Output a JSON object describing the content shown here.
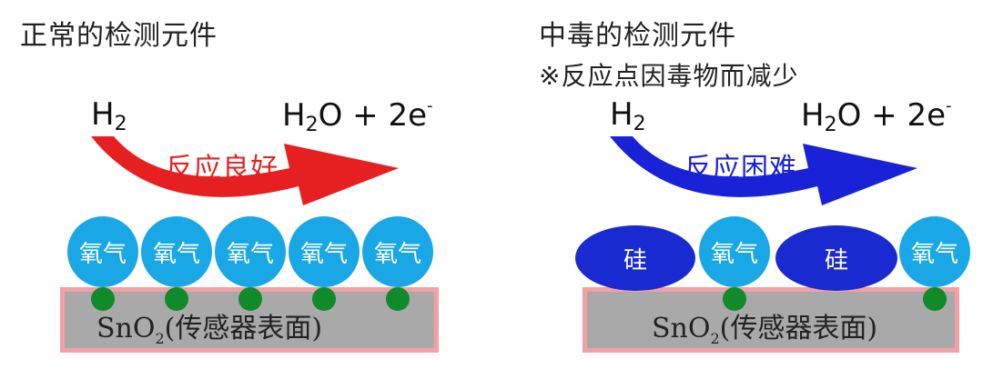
{
  "left_panel": {
    "title": "正常的检测元件",
    "reactant": "H",
    "reactant_sub": "2",
    "product_a": "H",
    "product_a_sub": "2",
    "product_b": "O + 2e",
    "product_sup": "-",
    "reaction_label": "反应良好",
    "arrow_color": "#e62020",
    "oxygen_label": "氧气",
    "oxygen_labels": [
      "氧气",
      "氧气",
      "氧气",
      "氧气",
      "氧气"
    ],
    "substrate_label_main": "SnO",
    "substrate_label_sub": "2",
    "substrate_label_rest": "(传感器表面)"
  },
  "right_panel": {
    "title": "中毒的检测元件",
    "note": "※反应点因毒物而减少",
    "reactant": "H",
    "reactant_sub": "2",
    "product_a": "H",
    "product_a_sub": "2",
    "product_b": "O + 2e",
    "product_sup": "-",
    "reaction_label": "反应困难",
    "arrow_color": "#1a22d8",
    "silicon_label": "硅",
    "silicon_labels": [
      "硅",
      "硅"
    ],
    "oxygen_labels": [
      "氧气",
      "氧气"
    ],
    "substrate_label_main": "SnO",
    "substrate_label_sub": "2",
    "substrate_label_rest": "(传感器表面)"
  },
  "colors": {
    "oxygen": "#1aa7e6",
    "silicon": "#1a2ad1",
    "substrate": "#a9a9a9",
    "substrate_border": "#f2a0a5",
    "reaction_site": "#118a2a"
  }
}
